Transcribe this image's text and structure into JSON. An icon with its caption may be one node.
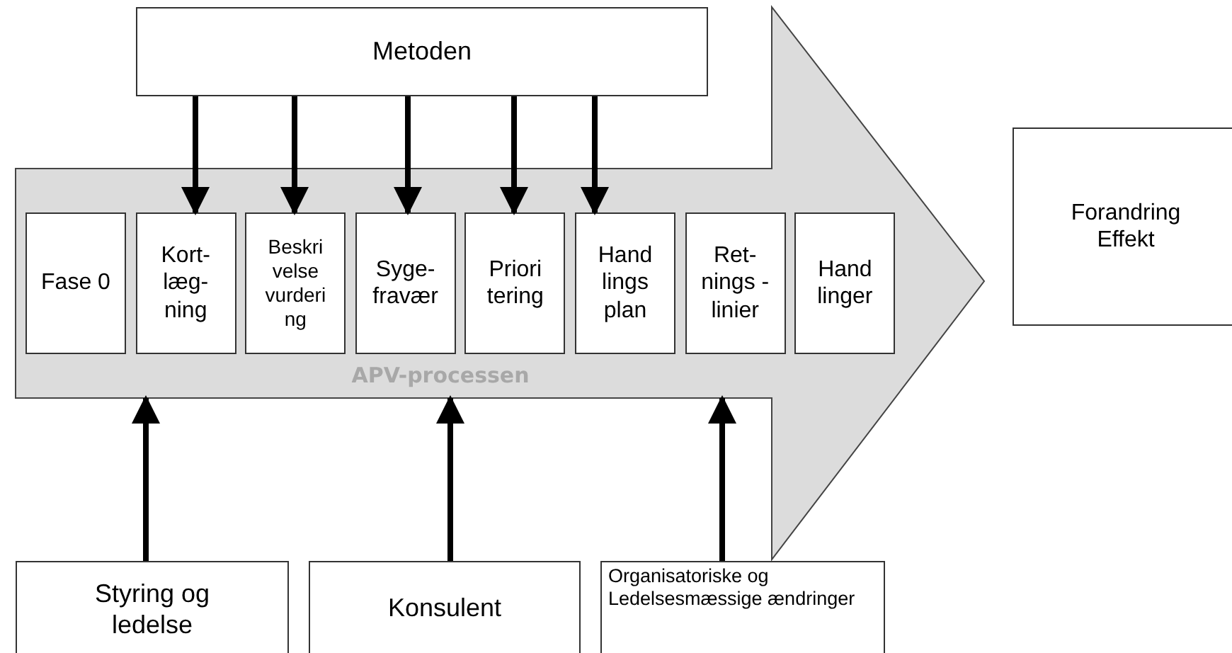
{
  "diagram": {
    "nodes": [
      {
        "text": [
          "Metoden"
        ]
      },
      {
        "text": [
          "APV-processen"
        ]
      },
      {
        "text": [
          "Fase 0"
        ],
        "in": 1
      },
      {
        "text": [
          "Kort- læg- ning"
        ],
        "in": 1
      },
      {
        "text": [
          "Beskri velse vurderi ng"
        ],
        "in": 1
      },
      {
        "text": [
          "Syge- fravær"
        ],
        "in": 1
      },
      {
        "text": [
          "Priori tering"
        ],
        "in": 1
      },
      {
        "text": [
          "Hand lings plan"
        ],
        "in": 1
      },
      {
        "text": [
          "Ret- nings -linier"
        ],
        "in": 1
      },
      {
        "text": [
          "Hand linger"
        ],
        "in": 1
      },
      {
        "text": [
          "Forandring Effekt"
        ]
      },
      {
        "text": [
          "Styring og ledelse"
        ]
      },
      {
        "text": [
          "Konsulent"
        ]
      },
      {
        "text": [
          "Organisatoriske og Ledelsesmæssige ændringer"
        ]
      }
    ],
    "edges": [
      {
        "from": 0,
        "to": 3,
        "arrow": "to"
      },
      {
        "from": 0,
        "to": 4,
        "arrow": "to"
      },
      {
        "from": 0,
        "to": 5,
        "arrow": "to"
      },
      {
        "from": 0,
        "to": 6,
        "arrow": "to"
      },
      {
        "from": 0,
        "to": 7,
        "arrow": "to"
      },
      {
        "from": 11,
        "to": 1,
        "arrow": "to"
      },
      {
        "from": 12,
        "to": 1,
        "arrow": "to"
      },
      {
        "from": 13,
        "to": 1,
        "arrow": "to"
      }
    ]
  }
}
